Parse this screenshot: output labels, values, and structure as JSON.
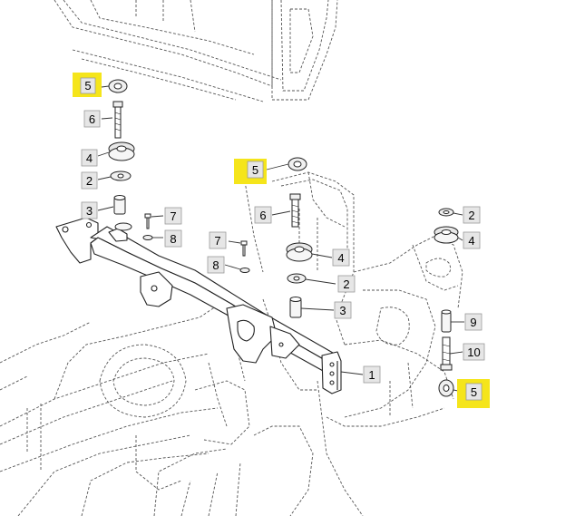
{
  "diagram": {
    "callouts": [
      {
        "label": "5",
        "highlighted": true
      },
      {
        "label": "6",
        "highlighted": false
      },
      {
        "label": "4",
        "highlighted": false
      },
      {
        "label": "2",
        "highlighted": false
      },
      {
        "label": "3",
        "highlighted": false
      },
      {
        "label": "7",
        "highlighted": false
      },
      {
        "label": "8",
        "highlighted": false
      },
      {
        "label": "5",
        "highlighted": true
      },
      {
        "label": "6",
        "highlighted": false
      },
      {
        "label": "7",
        "highlighted": false
      },
      {
        "label": "8",
        "highlighted": false
      },
      {
        "label": "4",
        "highlighted": false
      },
      {
        "label": "2",
        "highlighted": false
      },
      {
        "label": "3",
        "highlighted": false
      },
      {
        "label": "1",
        "highlighted": false
      },
      {
        "label": "2",
        "highlighted": false
      },
      {
        "label": "4",
        "highlighted": false
      },
      {
        "label": "9",
        "highlighted": false
      },
      {
        "label": "10",
        "highlighted": false
      },
      {
        "label": "5",
        "highlighted": true
      }
    ],
    "colors": {
      "highlight": "#f5e51b",
      "callout_fill": "#e6e6e6",
      "callout_border": "#9a9a9a",
      "line": "#222222",
      "dashed": "#555555"
    }
  }
}
